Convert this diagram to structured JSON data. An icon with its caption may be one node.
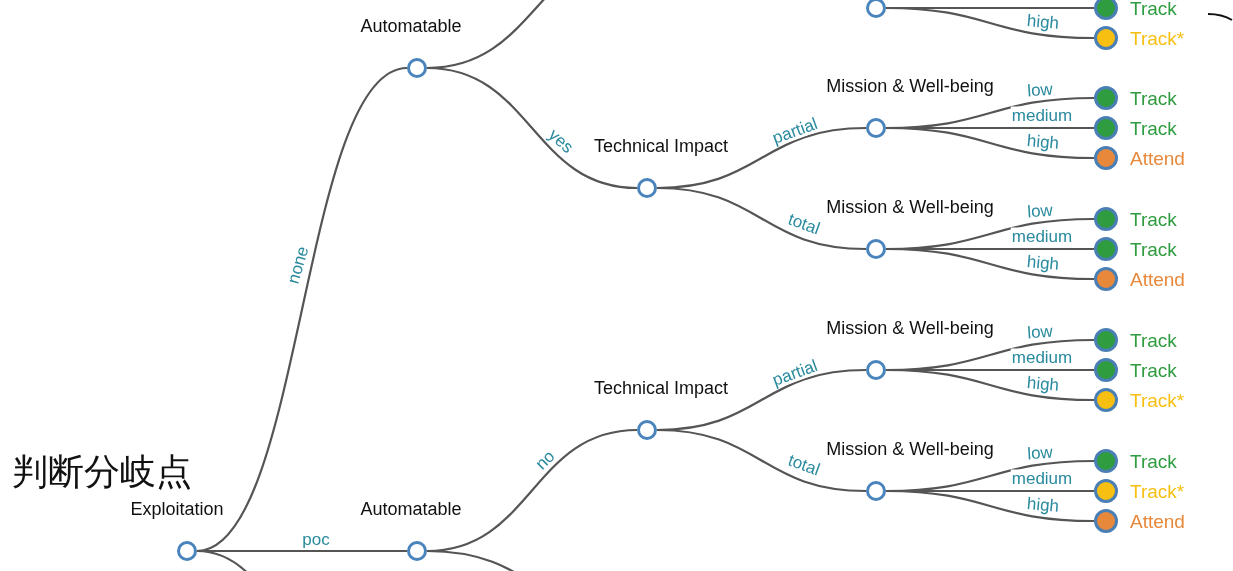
{
  "diagram": {
    "nodes": [
      {
        "text": [
          "Exploitation"
        ]
      },
      {
        "text": [
          "Automatable"
        ]
      },
      {
        "text": [
          "Automatable"
        ]
      },
      {
        "text": [
          "Technical Impact"
        ]
      },
      {
        "text": [
          "Technical Impact"
        ]
      },
      {
        "text": [
          "Mission & Well-being"
        ]
      },
      {
        "text": [
          "Mission & Well-being"
        ]
      },
      {
        "text": [
          "Mission & Well-being"
        ]
      },
      {
        "text": [
          "Mission & Well-being"
        ]
      },
      {
        "text": [],
        "shape": "circle"
      },
      {
        "text": [
          "Track"
        ]
      },
      {
        "text": [
          "Track*"
        ]
      },
      {
        "text": [
          "Track"
        ]
      },
      {
        "text": [
          "Track"
        ]
      },
      {
        "text": [
          "Attend"
        ]
      },
      {
        "text": [
          "Track"
        ]
      },
      {
        "text": [
          "Track"
        ]
      },
      {
        "text": [
          "Attend"
        ]
      },
      {
        "text": [
          "Track"
        ]
      },
      {
        "text": [
          "Track"
        ]
      },
      {
        "text": [
          "Track*"
        ]
      },
      {
        "text": [
          "Track"
        ]
      },
      {
        "text": [
          "Track*"
        ]
      },
      {
        "text": [
          "Attend"
        ]
      }
    ],
    "edges": [
      {
        "from": 0,
        "to": 1,
        "label": "none",
        "arrow": "none"
      },
      {
        "from": 0,
        "to": 2,
        "label": "poc",
        "arrow": "none"
      },
      {
        "from": 0,
        "to": null,
        "arrow": "none"
      },
      {
        "from": 1,
        "to": null,
        "arrow": "none"
      },
      {
        "from": 1,
        "to": 3,
        "label": "yes",
        "arrow": "none"
      },
      {
        "from": 2,
        "to": 4,
        "label": "no",
        "arrow": "none"
      },
      {
        "from": 2,
        "to": null,
        "arrow": "none"
      },
      {
        "from": 3,
        "to": 5,
        "label": "partial",
        "arrow": "none"
      },
      {
        "from": 3,
        "to": 6,
        "label": "total",
        "arrow": "none"
      },
      {
        "from": 4,
        "to": 7,
        "label": "partial",
        "arrow": "none"
      },
      {
        "from": 4,
        "to": 8,
        "label": "total",
        "arrow": "none"
      },
      {
        "from": 9,
        "to": 10,
        "arrow": "none"
      },
      {
        "from": 9,
        "to": 11,
        "label": "high",
        "arrow": "none"
      },
      {
        "from": 5,
        "to": 12,
        "label": "low",
        "arrow": "none"
      },
      {
        "from": 5,
        "to": 13,
        "label": "medium",
        "arrow": "none"
      },
      {
        "from": 5,
        "to": 14,
        "label": "high",
        "arrow": "none"
      },
      {
        "from": 6,
        "to": 15,
        "label": "low",
        "arrow": "none"
      },
      {
        "from": 6,
        "to": 16,
        "label": "medium",
        "arrow": "none"
      },
      {
        "from": 6,
        "to": 17,
        "label": "high",
        "arrow": "none"
      },
      {
        "from": 7,
        "to": 18,
        "label": "low",
        "arrow": "none"
      },
      {
        "from": 7,
        "to": 19,
        "label": "medium",
        "arrow": "none"
      },
      {
        "from": 7,
        "to": 20,
        "label": "high",
        "arrow": "none"
      },
      {
        "from": 8,
        "to": 21,
        "label": "low",
        "arrow": "none"
      },
      {
        "from": 8,
        "to": 22,
        "label": "medium",
        "arrow": "none"
      },
      {
        "from": 8,
        "to": 23,
        "label": "high",
        "arrow": "none"
      }
    ],
    "labels": [
      "判断分岐点"
    ]
  }
}
